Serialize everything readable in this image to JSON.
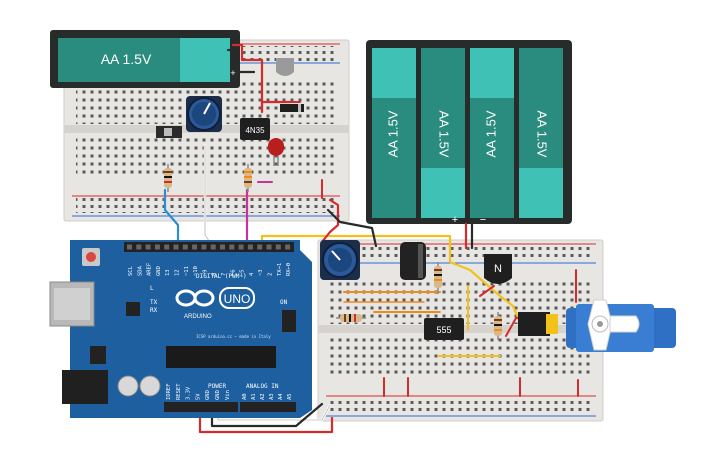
{
  "battery_single": {
    "label": "AA 1.5V"
  },
  "battery_pack": {
    "cells": [
      "AA 1.5V",
      "AA 1.5V",
      "AA 1.5V",
      "AA 1.5V"
    ],
    "plus": "+",
    "minus": "−"
  },
  "optocoupler": {
    "label": "4N35"
  },
  "timer": {
    "label": "555"
  },
  "transistor": {
    "label": "N"
  },
  "arduino": {
    "logo_text": "UNO",
    "brand": "ARDUINO",
    "digital_label": "DIGITAL (PWM~)",
    "analog_label": "ANALOG IN",
    "power_label": "POWER",
    "on_label": "ON",
    "tx_label": "TX",
    "rx_label": "RX",
    "l_label": "L",
    "small_text": "ICSP  arduino.cc  — made in Italy",
    "top_pins": [
      "SCL",
      "SDA",
      "AREF",
      "GND",
      "13",
      "12",
      "~11",
      "~10",
      "~9",
      "8",
      "7",
      "~6",
      "~5",
      "4",
      "~3",
      "2",
      "TX→1",
      "RX←0"
    ],
    "power_pins": [
      "IOREF",
      "RESET",
      "3.3V",
      "5V",
      "GND",
      "GND",
      "Vin"
    ],
    "analog_pins": [
      "A0",
      "A1",
      "A2",
      "A3",
      "A4",
      "A5"
    ]
  },
  "colors": {
    "arduino_blue": "#1d5f9f",
    "battery_teal": "#2a8c7f",
    "battery_body": "#272b2a",
    "wire_red": "#d62b2b",
    "wire_yellow": "#f2c21a",
    "wire_blue": "#2a8ed6",
    "wire_magenta": "#c8319e",
    "wire_orange": "#f08a1a",
    "breadboard": "#e8e6e3",
    "servo_blue": "#2f6fc4"
  }
}
